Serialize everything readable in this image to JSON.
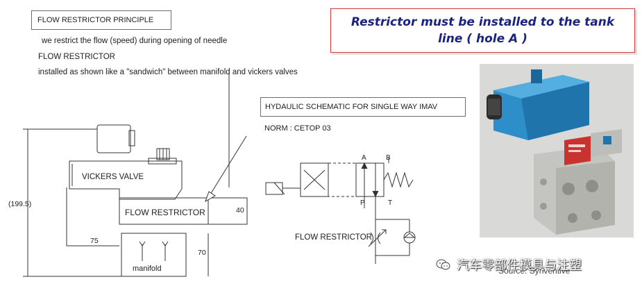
{
  "principle": {
    "title": "FLOW RESTRICTOR PRINCIPLE",
    "line1": "we restrict the flow (speed) during opening of needle",
    "subtitle": "FLOW RESTRICTOR",
    "line2": "installed as shown like a \"sandwich\" between manifold and vickers valves"
  },
  "callout": {
    "line1": "Restrictor must be installed to the tank",
    "line2": "line ( hole A )"
  },
  "drawing": {
    "height_dim": "(199.5)",
    "valve_label": "VICKERS VALVE",
    "restrictor_label": "FLOW RESTRICTOR",
    "dim_40": "40",
    "dim_75": "75",
    "dim_70": "70",
    "manifold_label": "manifold"
  },
  "schematic": {
    "title": "HYDAULIC  SCHEMATIC FOR SINGLE WAY  IMAV",
    "norm": "NORM :   CETOP 03",
    "port_a": "A",
    "port_b": "B",
    "port_p": "P",
    "port_t": "T",
    "restrictor_label": "FLOW RESTRICTOR"
  },
  "photo": {
    "source": "Source: Synventive",
    "watermark": "汽车零部件模具与注塑"
  }
}
